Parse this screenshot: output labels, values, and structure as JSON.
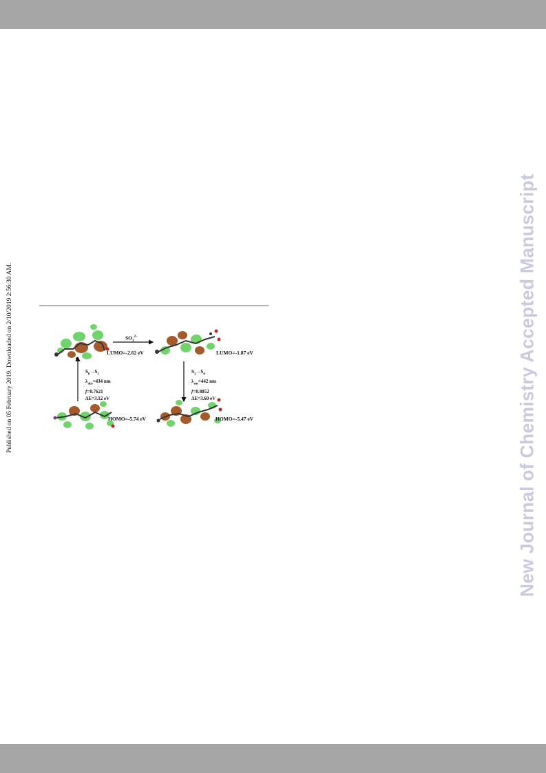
{
  "sidebar_text": "Published on 05 February 2019. Downloaded on 2/10/2019 2:56:30 AM.",
  "watermark": "New Journal of Chemistry Accepted Manuscript",
  "figure": {
    "reagent_main": "SO",
    "reagent_sub": "3",
    "reagent_sup": "2−",
    "left_lumo": "LUMO=-2.62 eV",
    "left_homo": "HOMO=-5.74 eV",
    "right_lumo": "LUMO=-1.87 eV",
    "right_homo": "HOMO=-5.47 eV",
    "abs": {
      "transition_a": "S",
      "transition_a_sub": "0",
      "transition_arrow": "→",
      "transition_b": "S",
      "transition_b_sub": "1",
      "lambda_symbol": "λ",
      "lambda_sub": "abs",
      "lambda_value": "=434 nm",
      "f_symbol": "f",
      "f_value": "=0.7621",
      "de": "ΔE=3.12 eV"
    },
    "em": {
      "transition_a": "S",
      "transition_a_sub": "1",
      "transition_arrow": "→",
      "transition_b": "S",
      "transition_b_sub": "0",
      "lambda_symbol": "λ",
      "lambda_sub": "em",
      "lambda_value": "=442 nm",
      "f_symbol": "f",
      "f_value": "=0.8852",
      "de": "ΔE=3.60 eV"
    },
    "colors": {
      "orbital_green": "#6fd46a",
      "orbital_brown": "#a65a2a",
      "oxygen": "#c92020",
      "carbon": "#333333"
    }
  }
}
